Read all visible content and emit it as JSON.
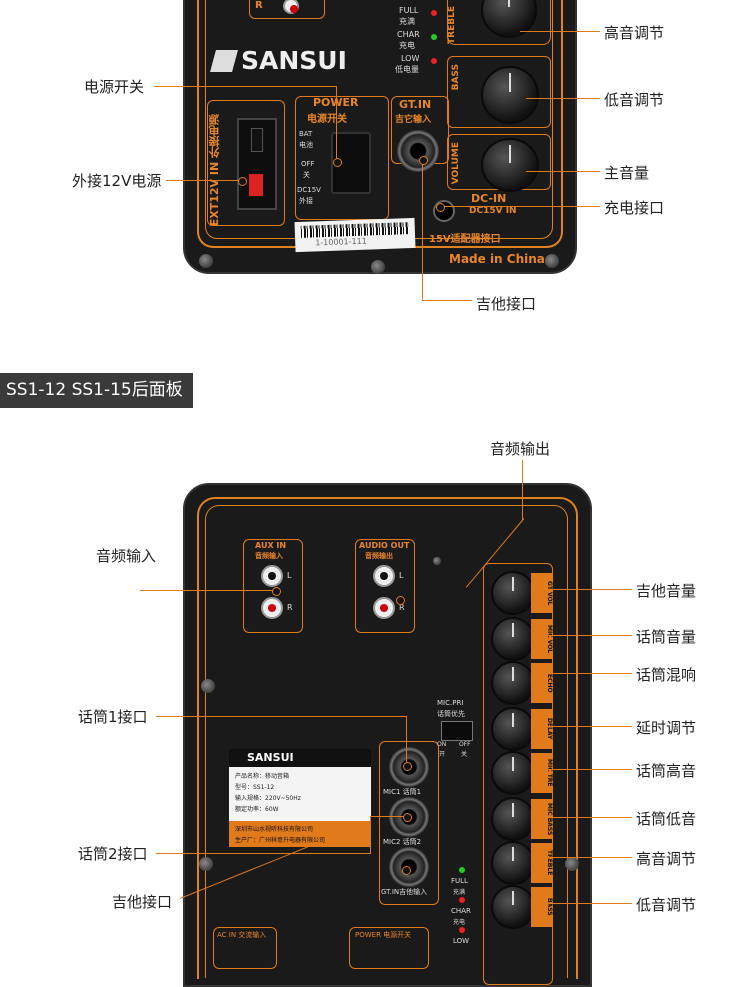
{
  "top_panel": {
    "brand": "SANSUI",
    "labels": {
      "full": "FULL",
      "full_cn": "充满",
      "char": "CHAR",
      "char_cn": "充电",
      "low": "LOW",
      "low_cn": "低电量",
      "treble": "TREBLE",
      "treble_cn": "高音调节",
      "bass": "BASS",
      "bass_cn": "低音调节",
      "volume": "VOLUME",
      "volume_cn": "主音量",
      "power": "POWER",
      "power_cn": "电源开关",
      "gtin": "GT.IN",
      "gtin_cn": "吉它输入",
      "ext": "EXT12V IN 外接电源",
      "bat": "BAT",
      "bat_cn": "电池",
      "off": "OFF",
      "off_cn": "关",
      "dc15": "DC15V",
      "dc15_cn": "外接",
      "dcin": "DC-IN",
      "dcin_v": "DC15V IN",
      "adapter": "15V适配器接口",
      "made_in": "Made in China",
      "barcode_num": "1-10001-111",
      "r": "R"
    },
    "callouts": {
      "treble": "高音调节",
      "power_switch": "电源开关",
      "bass": "低音调节",
      "ext12v": "外接12V电源",
      "master_volume": "主音量",
      "charge_port": "充电接口",
      "guitar_port": "吉他接口"
    }
  },
  "section_title": "SS1-12 SS1-15后面板",
  "bottom_panel": {
    "labels": {
      "aux_in": "AUX IN",
      "aux_in_cn": "音频输入",
      "audio_out": "AUDIO OUT",
      "audio_out_cn": "音频输出",
      "l": "L",
      "r": "R",
      "mic_pri": "MIC.PRI",
      "mic_pri_cn": "话筒优先",
      "on": "ON",
      "on_cn": "开",
      "off": "OFF",
      "off_cn": "关",
      "mic1": "MIC1  话筒1",
      "mic2": "MIC2  话筒2",
      "gtin": "GT.IN吉他输入",
      "full": "FULL",
      "full_cn": "充满",
      "char": "CHAR",
      "char_cn": "充电",
      "low": "LOW",
      "ac_in": "AC IN 交流输入",
      "power": "POWER 电源开关",
      "brand": "SANSUI",
      "nameplate": [
        "产品名称：移动音箱",
        "型号：SS1-12",
        "输入规格：220V~50Hz",
        "额定功率：60W"
      ],
      "maker1": "深圳市山水视听科技有限公司",
      "maker2": "生产厂：广州祥意升电器有限公司"
    },
    "knob_tags": [
      "GT VOL",
      "MIC VOL",
      "ECHO",
      "DELAY",
      "MIC TRE",
      "MIC BASS",
      "TREBLE",
      "BASS"
    ],
    "callouts": {
      "audio_out": "音频输出",
      "audio_in": "音频输入",
      "guitar_volume": "吉他音量",
      "mic_volume": "话筒音量",
      "mic_echo": "话筒混响",
      "delay": "延时调节",
      "mic1_port": "话筒1接口",
      "mic_treble": "话筒高音",
      "mic_bass": "话筒低音",
      "mic2_port": "话筒2接口",
      "treble": "高音调节",
      "guitar_port": "吉他接口",
      "bass": "低音调节"
    }
  },
  "colors": {
    "accent": "#e07a1a",
    "panel": "#1a1a1a",
    "section_bg": "#3a3a3a"
  }
}
